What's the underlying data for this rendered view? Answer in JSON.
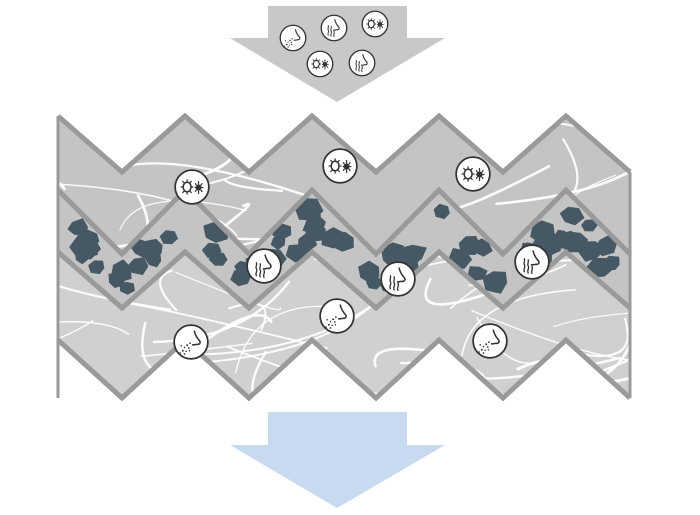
{
  "diagram": {
    "kind": "filter-layer-cross-section",
    "colors": {
      "inflow_arrow": "#c8c8c8",
      "outflow_arrow": "#c8daf0",
      "fiber_layer_bg": "#c4c4c4",
      "lower_fiber_bg": "#d0d0d0",
      "layer_border": "#9a9a9a",
      "fiber": "#ffffff",
      "carbon_granule": "#455864",
      "badge_fill": "#ffffff",
      "badge_stroke": "#333333"
    },
    "layers": [
      {
        "id": "coarse-fiber-layer",
        "texture": "fiber"
      },
      {
        "id": "activated-carbon-layer",
        "texture": "granules"
      },
      {
        "id": "fine-fiber-layer",
        "texture": "fiber"
      }
    ],
    "particle_types": [
      {
        "id": "microbe",
        "icon": "microbe-icon"
      },
      {
        "id": "odor",
        "icon": "odor-icon"
      },
      {
        "id": "fine-dust",
        "icon": "nose-dust-icon"
      }
    ],
    "incoming_particles": [
      "fine-dust",
      "odor",
      "microbe",
      "microbe",
      "odor"
    ],
    "captured": {
      "coarse-fiber-layer": [
        "microbe",
        "microbe",
        "microbe"
      ],
      "activated-carbon-layer": [
        "odor",
        "odor",
        "odor"
      ],
      "fine-fiber-layer": [
        "fine-dust",
        "fine-dust",
        "fine-dust"
      ]
    }
  }
}
